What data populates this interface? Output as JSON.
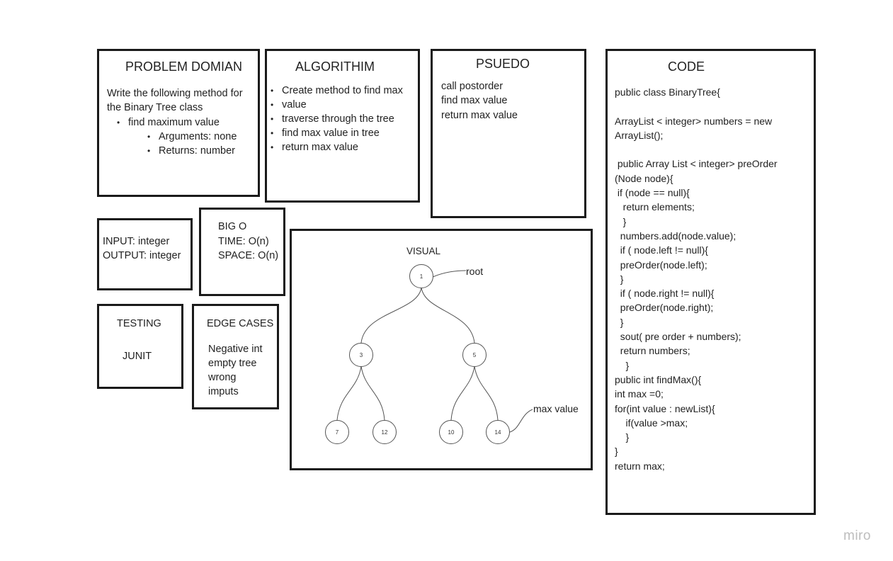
{
  "problem_domain": {
    "title": "PROBLEM DOMIAN",
    "line1": "Write the following method for",
    "line2": "the Binary Tree class",
    "bullet1": "find maximum value",
    "sub1": "Arguments: none",
    "sub2": "Returns: number"
  },
  "algorithm": {
    "title": "ALGORITHIM",
    "items": [
      "Create method to find max",
      "value",
      "traverse through the tree",
      "find max value in tree",
      "return max value"
    ]
  },
  "pseudo": {
    "title": "PSUEDO",
    "lines": [
      "call postorder",
      "find max value",
      "return max value"
    ]
  },
  "code": {
    "title": "CODE",
    "lines": [
      "public class BinaryTree{",
      "",
      "ArrayList < integer> numbers = new",
      "ArrayList();",
      "",
      " public Array List < integer> preOrder",
      "(Node node){",
      " if (node == null){",
      "   return elements;",
      "   }",
      "  numbers.add(node.value);",
      "  if ( node.left != null){",
      "  preOrder(node.left);",
      "  }",
      "  if ( node.right != null){",
      "  preOrder(node.right);",
      "  }",
      "  sout( pre order + numbers);",
      "  return numbers;",
      "    }",
      "public int findMax(){",
      "int max =0;",
      "for(int value : newList){",
      "    if(value >max;",
      "    }",
      "}",
      "return max;"
    ]
  },
  "io": {
    "input": "INPUT: integer",
    "output": "OUTPUT: integer"
  },
  "big_o": {
    "title": "BIG O",
    "time": "TIME: O(n)",
    "space": "SPACE: O(n)"
  },
  "testing": {
    "title": "TESTING",
    "value": "JUNIT"
  },
  "edge_cases": {
    "title": "EDGE CASES",
    "lines": [
      "Negative int",
      "empty tree",
      "wrong",
      "imputs"
    ]
  },
  "visual": {
    "title": "VISUAL",
    "root_label": "root",
    "max_label": "max value",
    "nodes": {
      "n1": "1",
      "n3": "3",
      "n5": "5",
      "n7": "7",
      "n12": "12",
      "n10": "10",
      "n14": "14"
    }
  },
  "branding": {
    "logo": "miro"
  }
}
